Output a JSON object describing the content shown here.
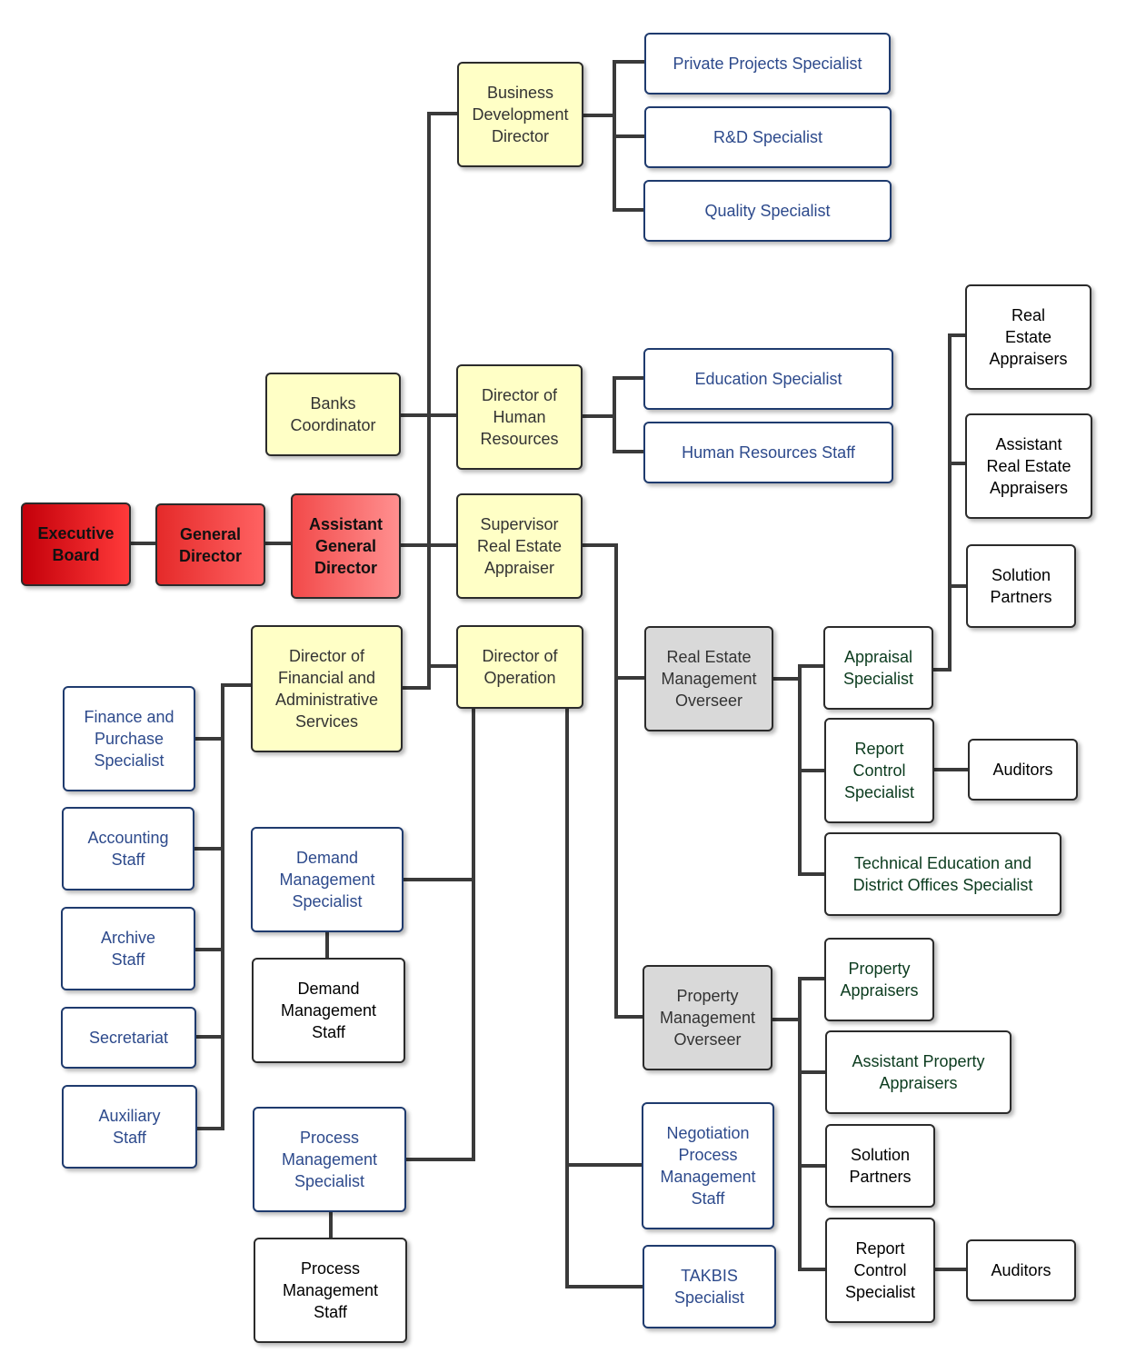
{
  "colors": {
    "line": "#3a3a3a",
    "yellow": "#ffffc6",
    "gray": "#d9d9d9",
    "blue_text": "#2d4a8c",
    "red": "#e52a2a"
  },
  "nodes": {
    "executive_board": "Executive\nBoard",
    "general_director": "General\nDirector",
    "assistant_general_director": "Assistant\nGeneral\nDirector",
    "banks_coordinator": "Banks\nCoordinator",
    "business_development_director": "Business\nDevelopment\nDirector",
    "private_projects_specialist": "Private Projects Specialist",
    "rd_specialist": "R&D Specialist",
    "quality_specialist": "Quality Specialist",
    "director_human_resources": "Director of\nHuman\nResources",
    "education_specialist": "Education Specialist",
    "human_resources_staff": "Human Resources Staff",
    "supervisor_real_estate_appraiser": "Supervisor\nReal Estate\nAppraiser",
    "director_financial_admin": "Director of\nFinancial and\nAdministrative\nServices",
    "director_operation": "Director of\nOperation",
    "finance_purchase_specialist": "Finance and\nPurchase\nSpecialist",
    "accounting_staff": "Accounting\nStaff",
    "archive_staff": "Archive\nStaff",
    "secretariat": "Secretariat",
    "auxiliary_staff": "Auxiliary\nStaff",
    "demand_management_specialist": "Demand\nManagement\nSpecialist",
    "demand_management_staff": "Demand\nManagement\nStaff",
    "process_management_specialist": "Process\nManagement\nSpecialist",
    "process_management_staff": "Process\nManagement\nStaff",
    "real_estate_management_overseer": "Real Estate\nManagement\nOverseer",
    "property_management_overseer": "Property\nManagement\nOverseer",
    "negotiation_process_management_staff": "Negotiation\nProcess\nManagement\nStaff",
    "takbis_specialist": "TAKBIS\nSpecialist",
    "appraisal_specialist": "Appraisal\nSpecialist",
    "report_control_specialist_1": "Report\nControl\nSpecialist",
    "technical_education_specialist": "Technical Education and\nDistrict Offices Specialist",
    "real_estate_appraisers": "Real\nEstate\nAppraisers",
    "assistant_real_estate_appraisers": "Assistant\nReal Estate\nAppraisers",
    "solution_partners_1": "Solution\nPartners",
    "auditors_1": "Auditors",
    "property_appraisers": "Property\nAppraisers",
    "assistant_property_appraisers": "Assistant Property\nAppraisers",
    "solution_partners_2": "Solution\nPartners",
    "report_control_specialist_2": "Report\nControl\nSpecialist",
    "auditors_2": "Auditors"
  }
}
